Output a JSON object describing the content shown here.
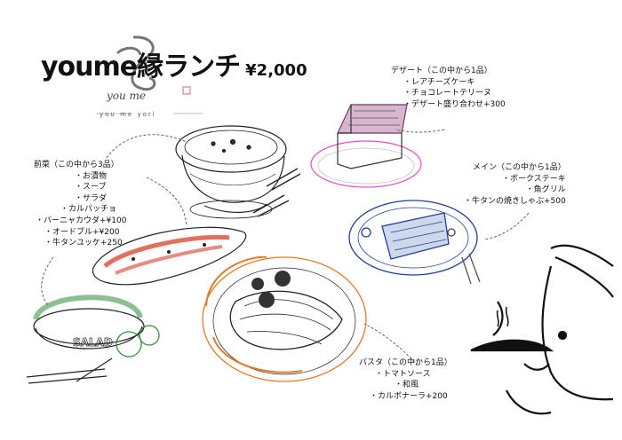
{
  "title": {
    "main": "youme縁ランチ",
    "price": "¥2,000"
  },
  "logo": {
    "script": "you me",
    "caption": "you me yori"
  },
  "dessert": {
    "heading": "デザート（この中から1品）",
    "items": [
      "・レアチーズケーキ",
      "・チョコレートテリーヌ",
      "・デザート盛り合わせ+300"
    ]
  },
  "main_dish": {
    "heading": "メイン（この中から1品）",
    "items": [
      "・ポークステーキ",
      "・魚グリル",
      "・牛タンの焼きしゃぶ+500"
    ]
  },
  "zensai": {
    "heading": "前菜（この中から3品）",
    "items": [
      "・お漬物",
      "・スープ",
      "・サラダ",
      "・カルパッチョ",
      "・バーニャカウダ+¥100",
      "・オードブル+¥200",
      "・牛タンユッケ+250"
    ]
  },
  "pasta": {
    "heading": "パスタ（この中から1品）",
    "items": [
      "・トマトソース",
      "・和風",
      "・カルボナーラ+200"
    ]
  },
  "colors": {
    "ink": "#111111",
    "tomato": "#d8402a",
    "navy": "#1f3f9a",
    "orange": "#e37a2a",
    "pink": "#e050c0",
    "green": "#2f8a3a"
  },
  "salad_label": "SALAD"
}
